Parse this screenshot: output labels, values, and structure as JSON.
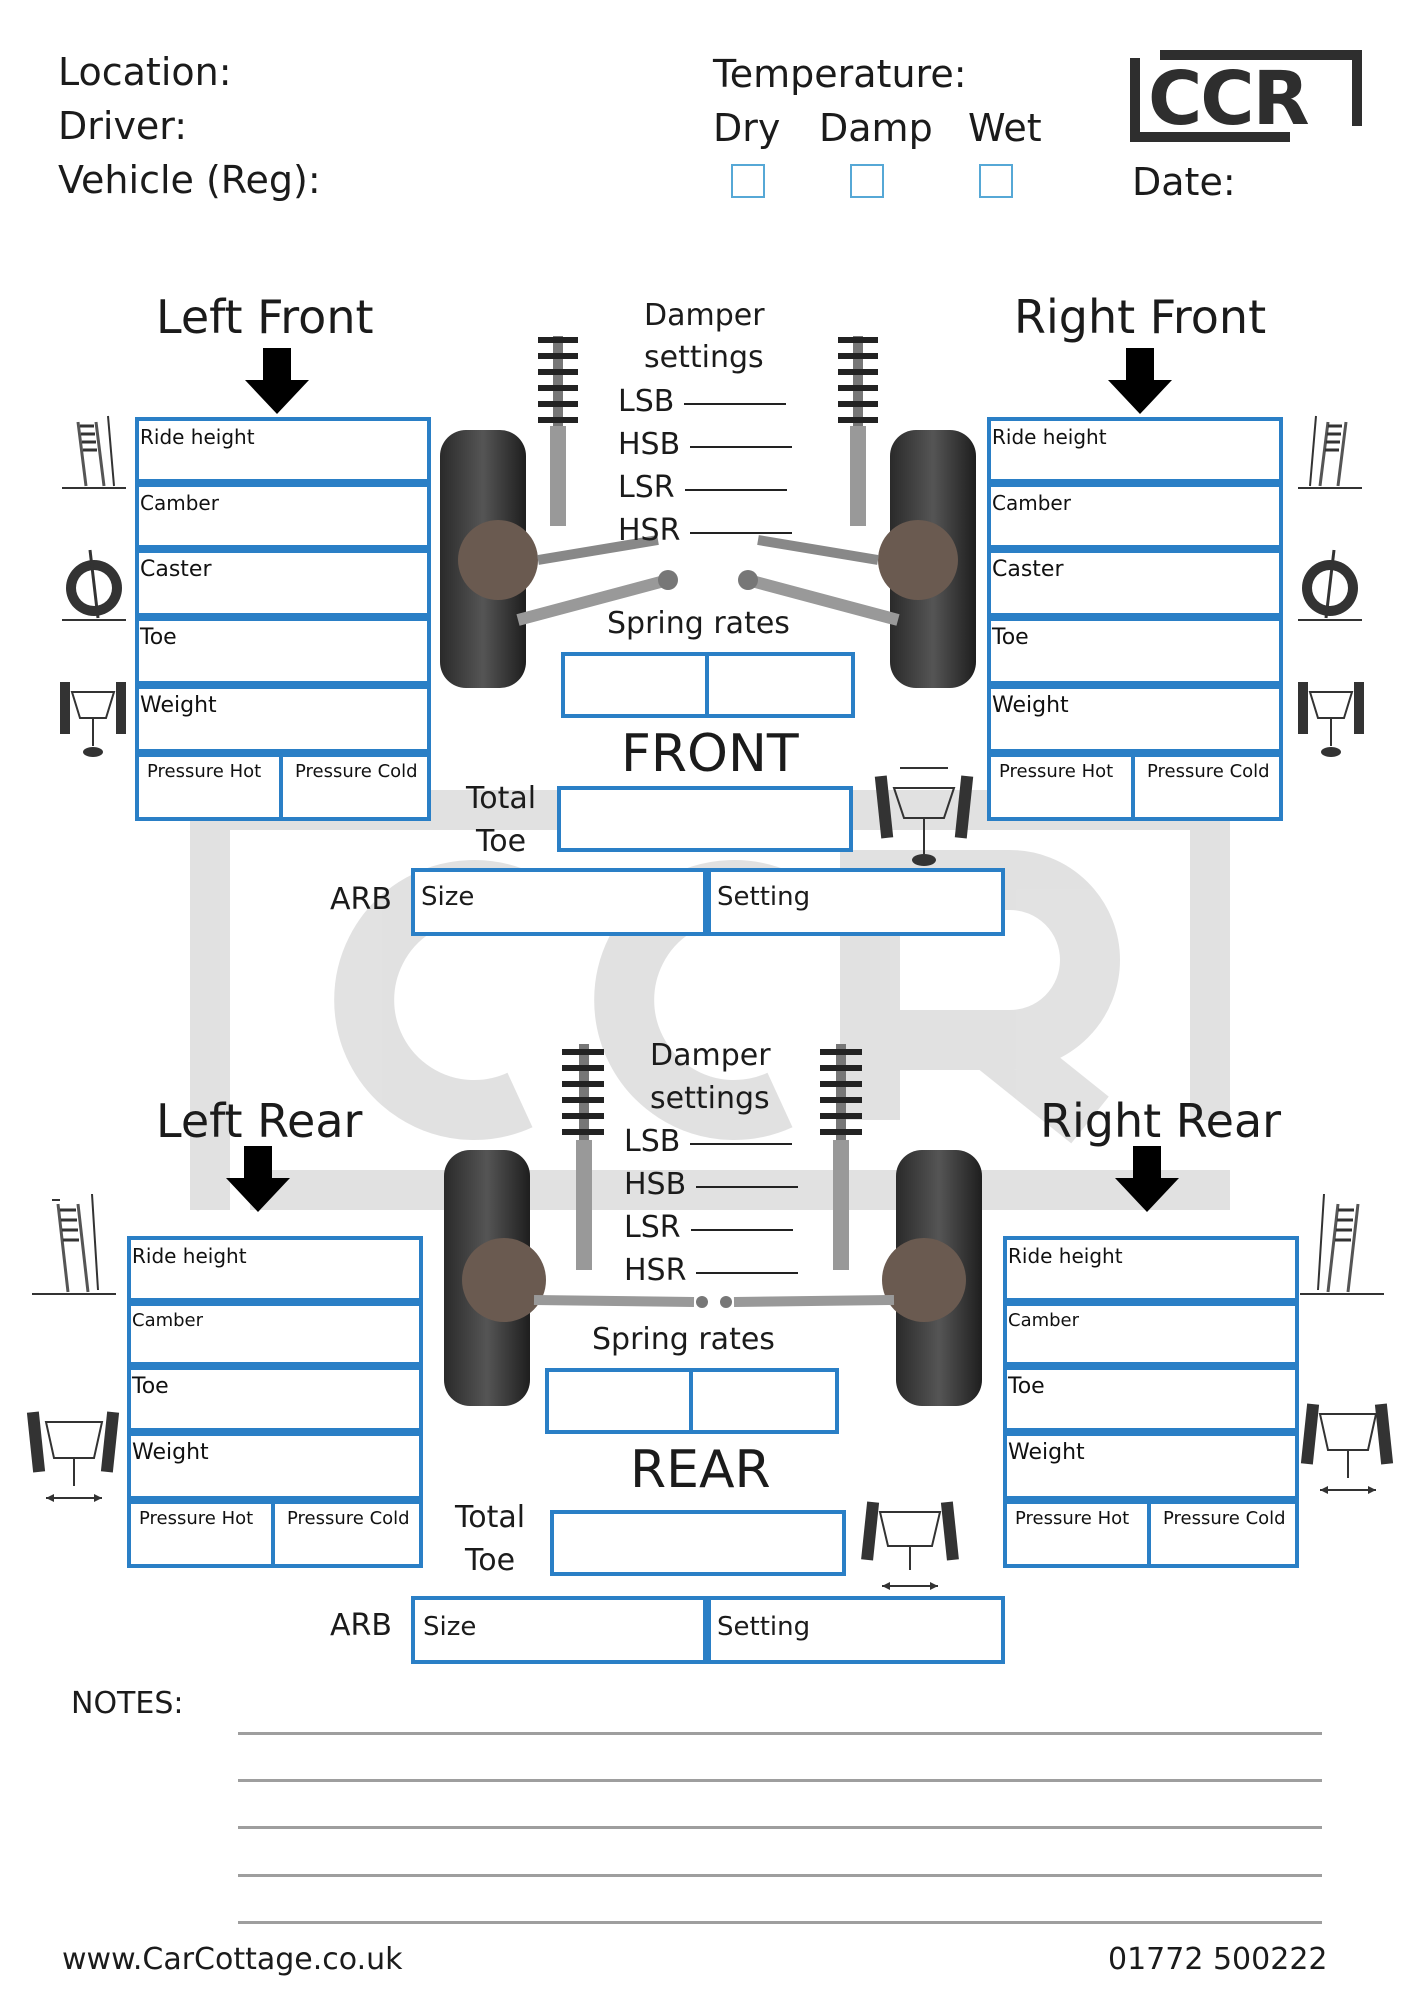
{
  "header": {
    "location_label": "Location:",
    "driver_label": "Driver:",
    "vehicle_label": "Vehicle (Reg):",
    "temperature_label": "Temperature:",
    "conditions": [
      "Dry",
      "Damp",
      "Wet"
    ],
    "date_label": "Date:",
    "logo_text": "CCR"
  },
  "front": {
    "title": "FRONT",
    "left_title": "Left Front",
    "right_title": "Right Front",
    "damper_title_1": "Damper",
    "damper_title_2": "settings",
    "damper_rows": [
      "LSB",
      "HSB",
      "LSR",
      "HSR"
    ],
    "spring_rates_label": "Spring rates",
    "total_label_1": "Total",
    "total_label_2": "Toe",
    "arb_label": "ARB",
    "arb_size_label": "Size",
    "arb_setting_label": "Setting",
    "fields": [
      "Ride height",
      "Camber",
      "Caster",
      "Toe",
      "Weight"
    ],
    "pressure_hot": "Pressure Hot",
    "pressure_cold": "Pressure Cold"
  },
  "rear": {
    "title": "REAR",
    "left_title": "Left Rear",
    "right_title": "Right Rear",
    "damper_title_1": "Damper",
    "damper_title_2": "settings",
    "damper_rows": [
      "LSB",
      "HSB",
      "LSR",
      "HSR"
    ],
    "spring_rates_label": "Spring rates",
    "total_label_1": "Total",
    "total_label_2": "Toe",
    "arb_label": "ARB",
    "arb_size_label": "Size",
    "arb_setting_label": "Setting",
    "fields": [
      "Ride height",
      "Camber",
      "Toe",
      "Weight"
    ],
    "pressure_hot": "Pressure Hot",
    "pressure_cold": "Pressure Cold"
  },
  "notes": {
    "label": "NOTES:"
  },
  "footer": {
    "website": "www.CarCottage.co.uk",
    "phone": "01772 500222"
  },
  "colors": {
    "accent_blue": "#2a7fc6",
    "checkbox_blue": "#56a8d6",
    "text": "#1b1b1b"
  }
}
